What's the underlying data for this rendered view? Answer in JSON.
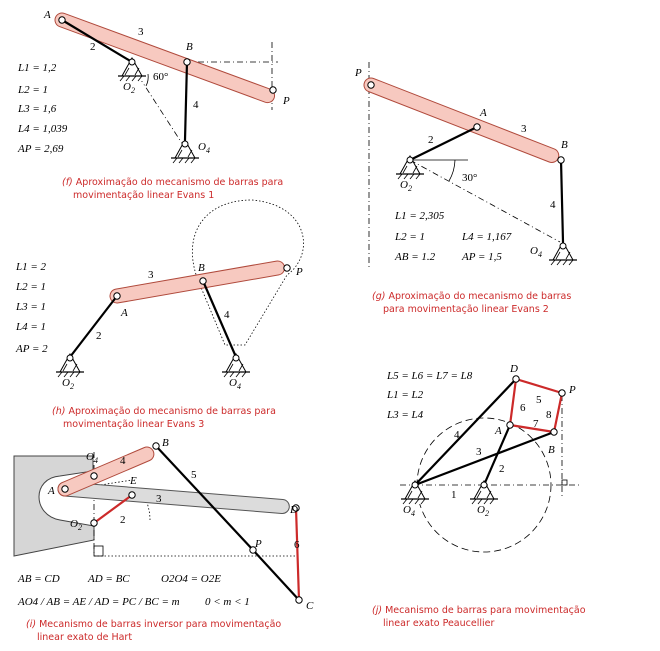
{
  "panel_f": {
    "labels": {
      "A": "A",
      "B": "B",
      "P": "P",
      "O2": "O",
      "O2_sub": "2",
      "O4": "O",
      "O4_sub": "4",
      "n2": "2",
      "n3": "3",
      "n4": "4",
      "angle": "60°"
    },
    "params": [
      "L1 = 1,2",
      "L2 = 1",
      "L3 = 1,6",
      "L4 = 1,039",
      "AP = 2,69"
    ],
    "caption_tag": "(f)",
    "caption": [
      "Aproximação do mecanismo de barras para",
      "movimentação linear Evans 1"
    ]
  },
  "panel_g": {
    "labels": {
      "A": "A",
      "B": "B",
      "P": "P",
      "O2": "O",
      "O2_sub": "2",
      "O4": "O",
      "O4_sub": "4",
      "n2": "2",
      "n3": "3",
      "n4": "4",
      "angle": "30°"
    },
    "params": [
      "L1 = 2,305",
      "L2 = 1",
      "L4 = 1,167",
      "AB = 1.2",
      "AP = 1,5"
    ],
    "caption_tag": "(g)",
    "caption": [
      "Aproximação do mecanismo de barras",
      "para movimentação linear Evans 2"
    ]
  },
  "panel_h": {
    "labels": {
      "A": "A",
      "B": "B",
      "P": "P",
      "O2": "O",
      "O2_sub": "2",
      "O4": "O",
      "O4_sub": "4",
      "n2": "2",
      "n3": "3",
      "n4": "4"
    },
    "params": [
      "L1 = 2",
      "L2 = 1",
      "L3 = 1",
      "L4 = 1",
      "AP = 2"
    ],
    "caption_tag": "(h)",
    "caption": [
      "Aproximação do mecanismo de barras para",
      "movimentação linear Evans 3"
    ]
  },
  "panel_i": {
    "labels": {
      "A": "A",
      "B": "B",
      "C": "C",
      "D": "D",
      "E": "E",
      "P": "P",
      "O2": "O",
      "O2_sub": "2",
      "O4": "O",
      "O4_sub": "4",
      "n2": "2",
      "n3": "3",
      "n4": "4",
      "n5": "5",
      "n6": "6"
    },
    "params": [
      "AB = CD",
      "AD = BC",
      "O2O4 = O2E",
      "AO4 / AB = AE / AD = PC / BC = m",
      "0 < m < 1"
    ],
    "caption_tag": "(i)",
    "caption": [
      "Mecanismo de barras inversor para movimentação",
      "linear exato de Hart"
    ]
  },
  "panel_j": {
    "labels": {
      "A": "A",
      "B": "B",
      "D": "D",
      "P": "P",
      "O2": "O",
      "O2_sub": "2",
      "O4": "O",
      "O4_sub": "4",
      "n1": "1",
      "n2": "2",
      "n3": "3",
      "n4": "4",
      "n5": "5",
      "n6": "6",
      "n7": "7",
      "n8": "8"
    },
    "params": [
      "L5 = L6 = L7 = L8",
      "L1 = L2",
      "L3 = L4"
    ],
    "caption_tag": "(j)",
    "caption": [
      "Mecanismo de barras para movimentação",
      "linear exato Peaucellier"
    ]
  }
}
